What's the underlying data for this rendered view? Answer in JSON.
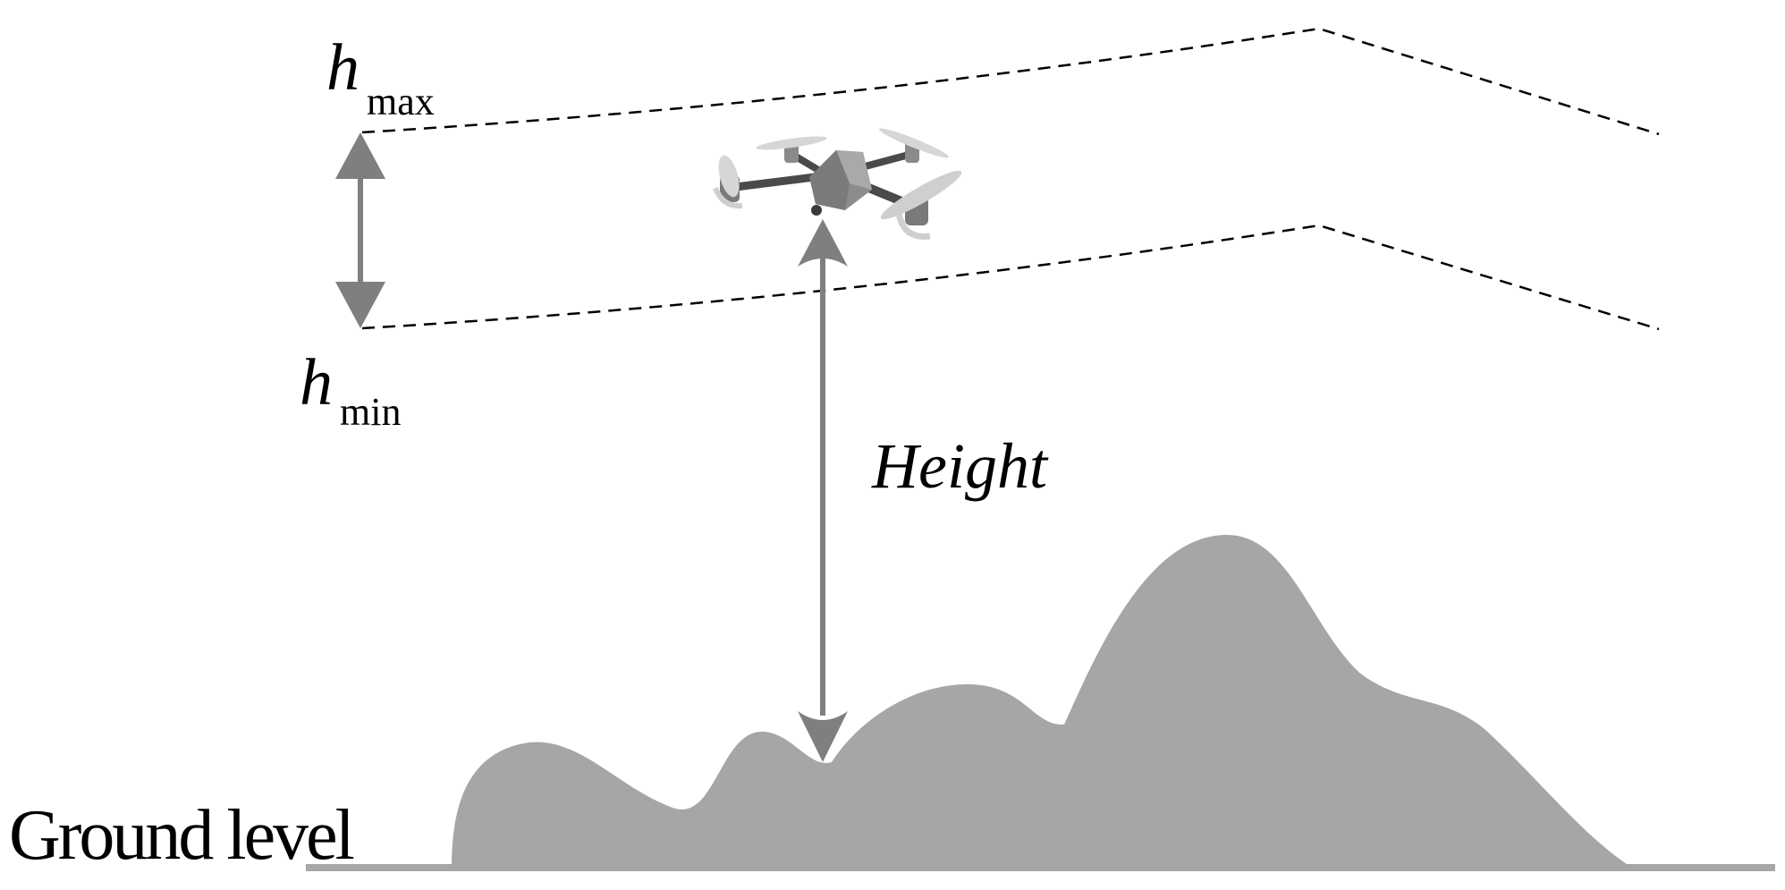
{
  "labels": {
    "h_max_symbol": "h",
    "h_max_subscript": "max",
    "h_min_symbol": "h",
    "h_min_subscript": "min",
    "height": "Height",
    "ground_level": "Ground level"
  },
  "colors": {
    "terrain": "#a6a6a6",
    "arrow": "#7f7f7f",
    "dashed_line": "#000000",
    "text": "#000000",
    "background": "#ffffff"
  }
}
